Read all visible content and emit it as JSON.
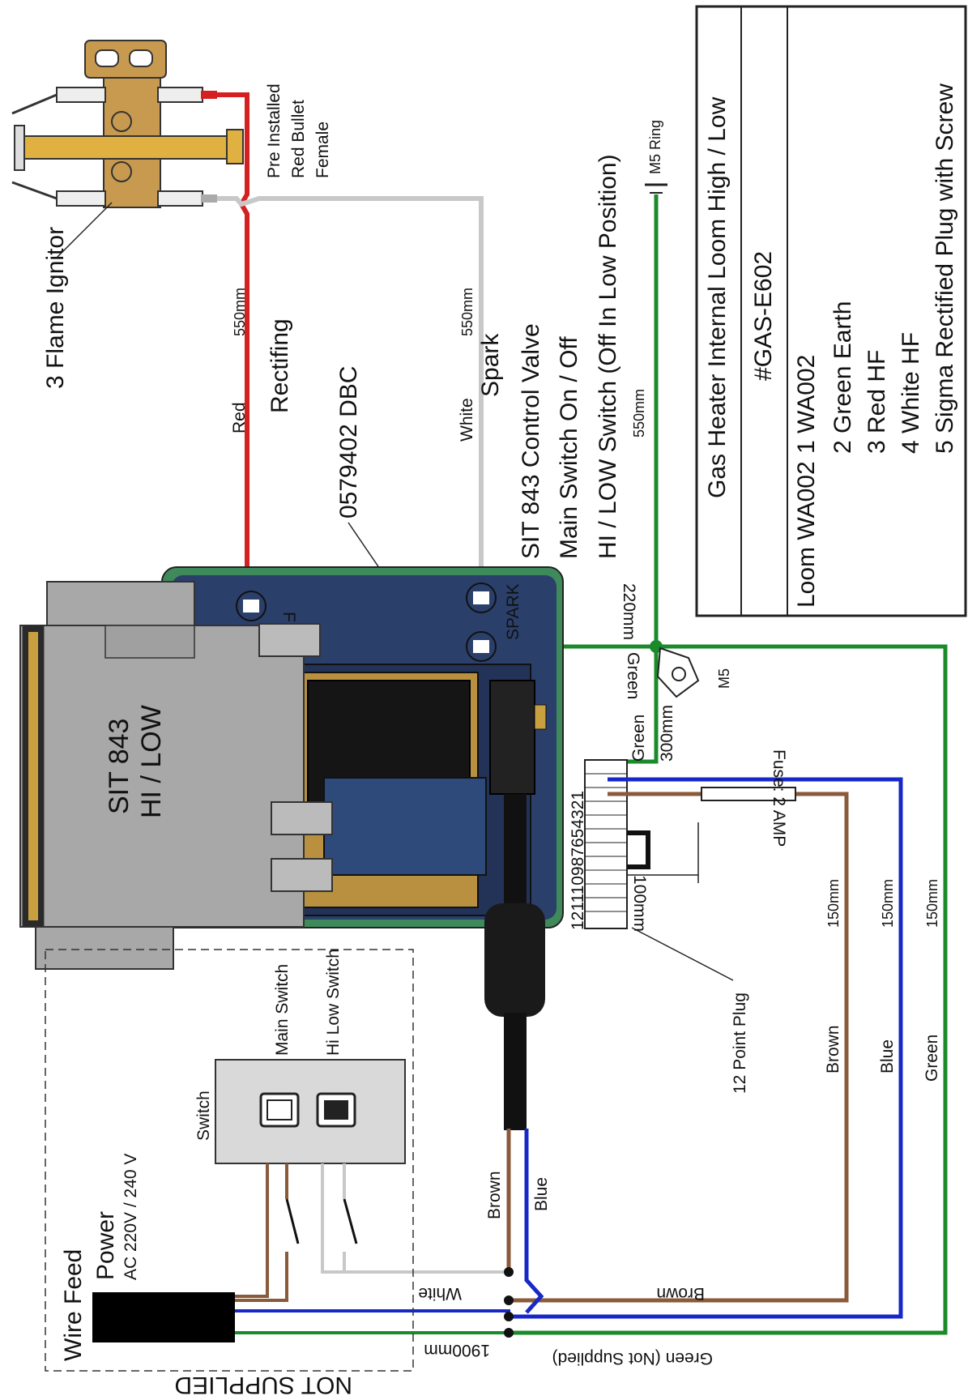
{
  "title_block": {
    "title": "Gas Heater Internal Loom High / Low",
    "part_number": "#GAS-E602",
    "loom_label": "Loom WA002",
    "items": [
      "1 WA002",
      "2 Green Earth",
      "3 Red HF",
      "4 White HF",
      "5 Sigma Rectified Plug with Screw"
    ]
  },
  "components": {
    "ignitor": "3 Flame Ignitor",
    "bullet_line1": "Pre Installed",
    "bullet_line2": "Red Bullet",
    "bullet_line3": "Female",
    "dbc": "0579402 DBC",
    "valve_line1": "SIT 843",
    "valve_line2": "HI / LOW",
    "flame_terminal": "FLAME",
    "spark_terminal": "SPARK",
    "m5_ring": "M5 Ring",
    "m5": "M5",
    "plug": "12 Point Plug",
    "plug_pins": "121110987654321",
    "fuse": "Fuse: 2 AMP",
    "switch_box": "Switch",
    "main_switch": "Main Switch",
    "hi_low_switch": "Hi Low Switch",
    "wire_feed": "Wire Feed",
    "power": "Power",
    "power_voltage": "AC 220V / 240 V",
    "not_supplied": "NOT SUPPLIED"
  },
  "descriptions": {
    "rectifying": "Rectifing",
    "spark": "Spark",
    "control_valve": "SIT 843 Control Valve",
    "main_switch": "Main Switch On / Off",
    "hilow_switch": "HI / LOW Switch (Off In Low Position)"
  },
  "wires": {
    "red": "Red",
    "red_len": "550mm",
    "white": "White",
    "white_len": "550mm",
    "green_earth_len": "550mm",
    "green_220_len": "220mm",
    "green_220": "Green",
    "green_300": "Green",
    "green_300_len": "300mm",
    "fuse_len": "100mm",
    "brown_150": "150mm",
    "blue_150": "150mm",
    "green_150": "150mm",
    "brown_right": "Brown",
    "blue_right": "Blue",
    "green_right": "Green",
    "brown_bottom": "Brown",
    "blue_bottom": "Blue",
    "white_bottom": "White",
    "brown_feed": "Brown",
    "green_feed": "Green  (Not Supplied)",
    "feed_len": "1900mm"
  },
  "colors": {
    "red": "#d42020",
    "white_wire": "#c8c8c8",
    "green": "#1a8a2a",
    "blue": "#1828c8",
    "brown": "#8a5a3a",
    "board": "#2a3f6a",
    "board_border": "#3f8a5a",
    "valve_body": "#a8a8a8"
  }
}
